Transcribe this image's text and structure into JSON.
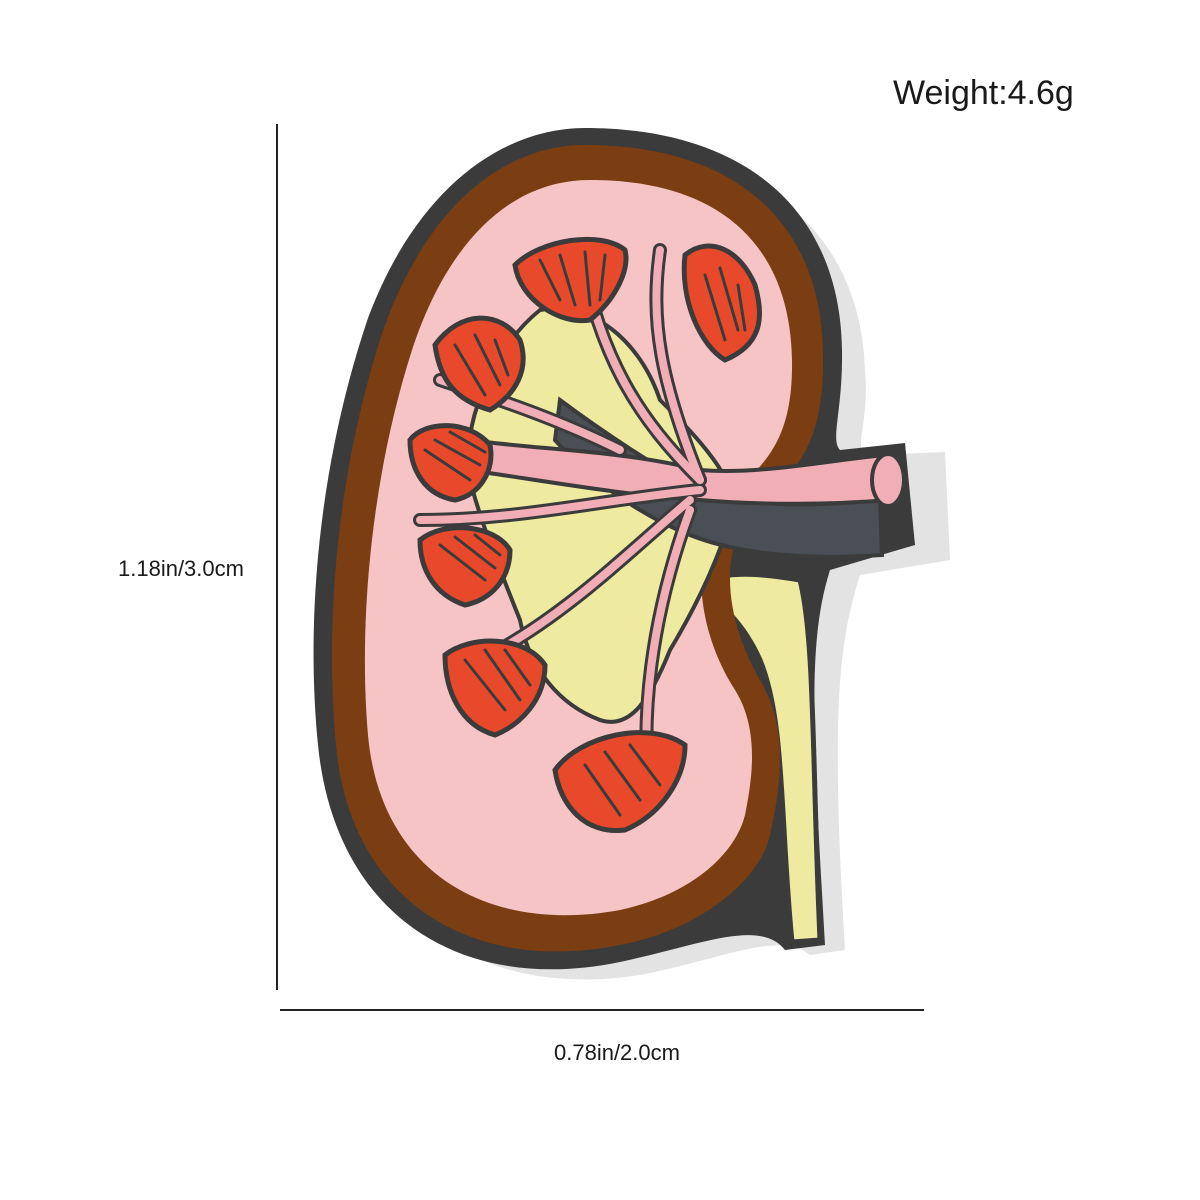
{
  "weight_label": "Weight:4.6g",
  "height_label": "1.18in/3.0cm",
  "width_label": "0.78in/2.0cm",
  "colors": {
    "outline": "#3b3b3b",
    "capsule": "#7a3e12",
    "cortex": "#f7c4c6",
    "pyramid": "#e8492b",
    "pelvis": "#eeeaa0",
    "vessel": "#4a4e55"
  }
}
